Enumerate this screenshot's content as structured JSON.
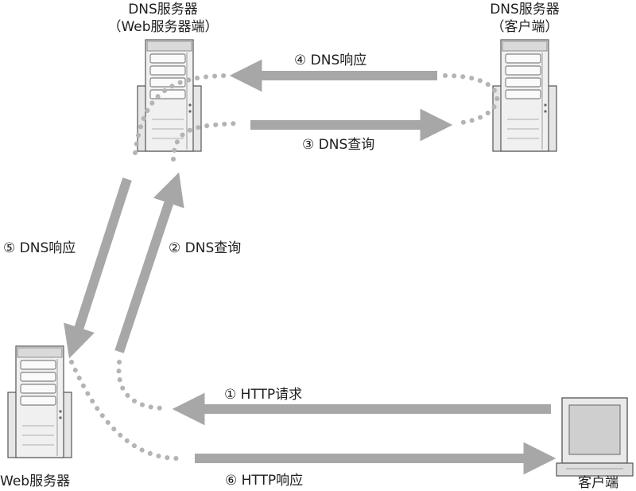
{
  "nodes": {
    "dns_web": {
      "line1": "DNS服务器",
      "line2": "（Web服务器端）"
    },
    "dns_client": {
      "line1": "DNS服务器",
      "line2": "（客户端）"
    },
    "web_server": {
      "label": "Web服务器"
    },
    "client": {
      "label": "客户端"
    }
  },
  "steps": [
    {
      "label": "① HTTP请求"
    },
    {
      "label": "② DNS查询"
    },
    {
      "label": "③ DNS查询"
    },
    {
      "label": "④ DNS响应"
    },
    {
      "label": "⑤ DNS响应"
    },
    {
      "label": "⑥ HTTP响应"
    }
  ],
  "colors": {
    "arrow": "#a7a7a7",
    "dots": "#b4b4b4",
    "server_body": "#eeeeee",
    "server_outline": "#555555",
    "screen": "#cfcfcf",
    "text": "#1e1e1e"
  }
}
